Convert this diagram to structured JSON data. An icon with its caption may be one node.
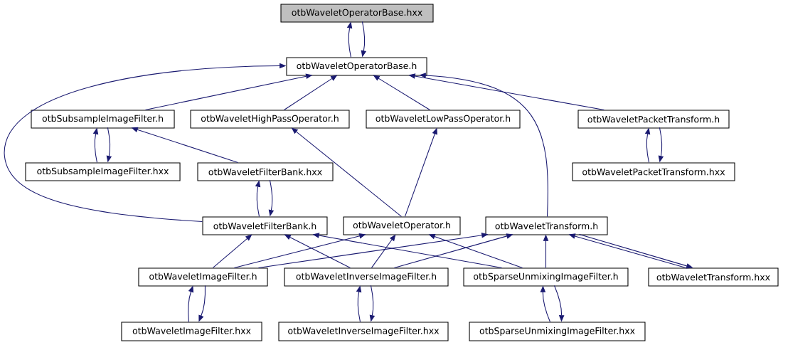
{
  "diagram": {
    "nodes": [
      {
        "text": [
          "otbWaveletOperatorBase.hxx"
        ]
      },
      {
        "text": [
          "otbWaveletOperatorBase.h"
        ]
      },
      {
        "text": [
          "otbSubsampleImageFilter.h"
        ]
      },
      {
        "text": [
          "otbWaveletHighPassOperator.h"
        ]
      },
      {
        "text": [
          "otbWaveletLowPassOperator.h"
        ]
      },
      {
        "text": [
          "otbWaveletPacketTransform.h"
        ]
      },
      {
        "text": [
          "otbSubsampleImageFilter.hxx"
        ]
      },
      {
        "text": [
          "otbWaveletFilterBank.hxx"
        ]
      },
      {
        "text": [
          "otbWaveletPacketTransform.hxx"
        ]
      },
      {
        "text": [
          "otbWaveletFilterBank.h"
        ]
      },
      {
        "text": [
          "otbWaveletOperator.h"
        ]
      },
      {
        "text": [
          "otbWaveletTransform.h"
        ]
      },
      {
        "text": [
          "otbWaveletImageFilter.h"
        ]
      },
      {
        "text": [
          "otbWaveletInverseImageFilter.h"
        ]
      },
      {
        "text": [
          "otbSparseUnmixingImageFilter.h"
        ]
      },
      {
        "text": [
          "otbWaveletTransform.hxx"
        ]
      },
      {
        "text": [
          "otbWaveletImageFilter.hxx"
        ]
      },
      {
        "text": [
          "otbWaveletInverseImageFilter.hxx"
        ]
      },
      {
        "text": [
          "otbSparseUnmixingImageFilter.hxx"
        ]
      }
    ],
    "edges": [
      {
        "from": 1,
        "to": 0,
        "arrow": "to"
      },
      {
        "from": 0,
        "to": 1,
        "arrow": "to"
      },
      {
        "from": 2,
        "to": 1,
        "arrow": "to"
      },
      {
        "from": 3,
        "to": 1,
        "arrow": "to"
      },
      {
        "from": 4,
        "to": 1,
        "arrow": "to"
      },
      {
        "from": 5,
        "to": 1,
        "arrow": "to"
      },
      {
        "from": 11,
        "to": 1,
        "arrow": "to"
      },
      {
        "from": 9,
        "to": 1,
        "arrow": "to"
      },
      {
        "from": 6,
        "to": 2,
        "arrow": "to"
      },
      {
        "from": 2,
        "to": 6,
        "arrow": "to"
      },
      {
        "from": 7,
        "to": 2,
        "arrow": "to"
      },
      {
        "from": 10,
        "to": 3,
        "arrow": "to"
      },
      {
        "from": 10,
        "to": 4,
        "arrow": "to"
      },
      {
        "from": 9,
        "to": 7,
        "arrow": "to"
      },
      {
        "from": 7,
        "to": 9,
        "arrow": "to"
      },
      {
        "from": 8,
        "to": 5,
        "arrow": "to"
      },
      {
        "from": 5,
        "to": 8,
        "arrow": "to"
      },
      {
        "from": 12,
        "to": 9,
        "arrow": "to"
      },
      {
        "from": 13,
        "to": 9,
        "arrow": "to"
      },
      {
        "from": 14,
        "to": 9,
        "arrow": "to"
      },
      {
        "from": 12,
        "to": 10,
        "arrow": "to"
      },
      {
        "from": 13,
        "to": 10,
        "arrow": "to"
      },
      {
        "from": 14,
        "to": 10,
        "arrow": "to"
      },
      {
        "from": 12,
        "to": 11,
        "arrow": "to"
      },
      {
        "from": 13,
        "to": 11,
        "arrow": "to"
      },
      {
        "from": 14,
        "to": 11,
        "arrow": "to"
      },
      {
        "from": 15,
        "to": 11,
        "arrow": "to"
      },
      {
        "from": 11,
        "to": 15,
        "arrow": "to"
      },
      {
        "from": 16,
        "to": 12,
        "arrow": "to"
      },
      {
        "from": 12,
        "to": 16,
        "arrow": "to"
      },
      {
        "from": 17,
        "to": 13,
        "arrow": "to"
      },
      {
        "from": 13,
        "to": 17,
        "arrow": "to"
      },
      {
        "from": 18,
        "to": 14,
        "arrow": "to"
      },
      {
        "from": 14,
        "to": 18,
        "arrow": "to"
      }
    ]
  }
}
